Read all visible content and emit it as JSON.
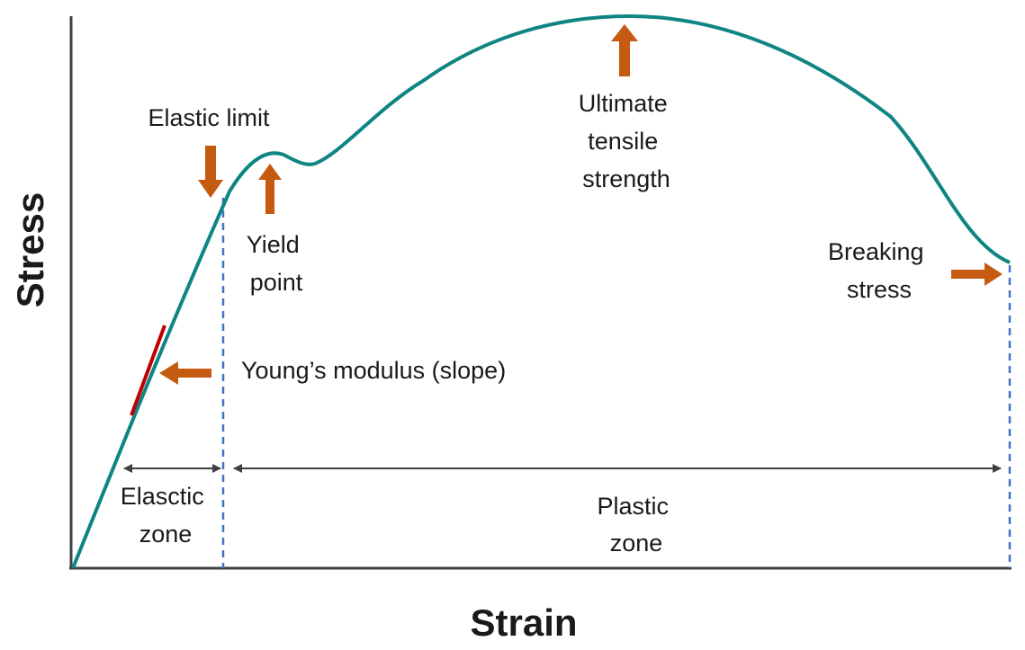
{
  "axes": {
    "x_label": "Strain",
    "y_label": "Stress"
  },
  "annotations": {
    "elastic_limit": "Elastic limit",
    "yield_point": [
      "Yield",
      "point"
    ],
    "ultimate_tensile_strength": [
      "Ultimate",
      "tensile",
      "strength"
    ],
    "breaking_stress": [
      "Breaking",
      "stress"
    ],
    "youngs_modulus": "Young’s modulus (slope)",
    "elastic_zone": [
      "Elasctic",
      "zone"
    ],
    "plastic_zone": [
      "Plastic",
      "zone"
    ]
  },
  "colors": {
    "curve": "#0e8582",
    "slope": "#c00000",
    "arrow": "#c55a11",
    "axis": "#404040",
    "boundary": "#4472c4",
    "zone_arrow": "#404040"
  }
}
